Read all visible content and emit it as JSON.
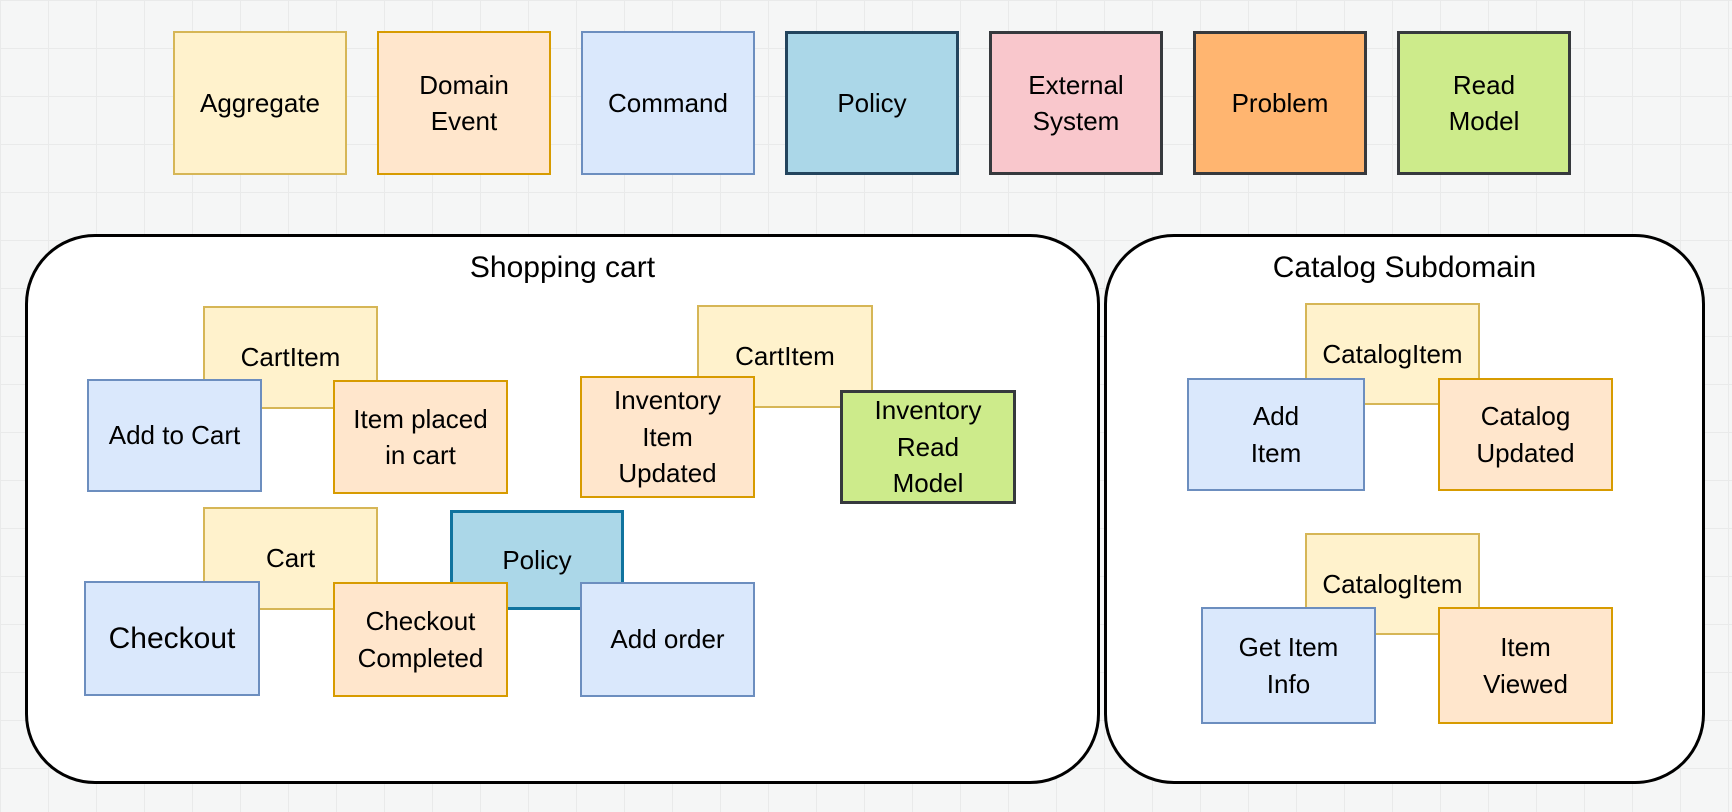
{
  "colors": {
    "canvas_background": "#F5F6F6",
    "grid_line": "#E9EAEA",
    "container_border": "#000000",
    "container_fill": "#FFFFFF",
    "aggregate_fill": "#FFF2CC",
    "aggregate_border": "#D6B656",
    "domain_event_fill": "#FFE6CC",
    "domain_event_border": "#D79B00",
    "command_fill": "#DAE8FC",
    "command_border": "#6C8EBF",
    "policy_fill": "#ABD7E8",
    "policy_border": "#10739E",
    "external_system_fill": "#F9C7CC",
    "external_system_border": "#36393D",
    "problem_fill": "#FFB570",
    "problem_border": "#36393D",
    "read_model_fill": "#CDEB8B",
    "read_model_border": "#36393D"
  },
  "legend": {
    "items": [
      {
        "id": "aggregate",
        "label": "Aggregate"
      },
      {
        "id": "domain_event",
        "label": "Domain\nEvent"
      },
      {
        "id": "command",
        "label": "Command"
      },
      {
        "id": "policy",
        "label": "Policy"
      },
      {
        "id": "external_system",
        "label": "External\nSystem"
      },
      {
        "id": "problem",
        "label": "Problem"
      },
      {
        "id": "read_model",
        "label": "Read\nModel"
      }
    ]
  },
  "containers": {
    "shopping_cart": {
      "title": "Shopping cart",
      "notes": {
        "cart_item_1": {
          "label": "CartItem",
          "type": "aggregate"
        },
        "add_to_cart": {
          "label": "Add to Cart",
          "type": "command"
        },
        "item_placed_in_cart": {
          "label": "Item placed\nin cart",
          "type": "domain_event"
        },
        "cart_item_2": {
          "label": "CartItem",
          "type": "aggregate"
        },
        "inventory_item_updated": {
          "label": "Inventory\nItem\nUpdated",
          "type": "domain_event"
        },
        "inventory_read_model": {
          "label": "Inventory\nRead\nModel",
          "type": "read_model"
        },
        "cart": {
          "label": "Cart",
          "type": "aggregate"
        },
        "policy": {
          "label": "Policy",
          "type": "policy"
        },
        "checkout": {
          "label": "Checkout",
          "type": "command"
        },
        "checkout_completed": {
          "label": "Checkout\nCompleted",
          "type": "domain_event"
        },
        "add_order": {
          "label": "Add order",
          "type": "command"
        }
      }
    },
    "catalog": {
      "title": "Catalog Subdomain",
      "notes": {
        "catalog_item_1": {
          "label": "CatalogItem",
          "type": "aggregate"
        },
        "add_item": {
          "label": "Add\nItem",
          "type": "command"
        },
        "catalog_updated": {
          "label": "Catalog\nUpdated",
          "type": "domain_event"
        },
        "catalog_item_2": {
          "label": "CatalogItem",
          "type": "aggregate"
        },
        "get_item_info": {
          "label": "Get Item\nInfo",
          "type": "command"
        },
        "item_viewed": {
          "label": "Item\nViewed",
          "type": "domain_event"
        }
      }
    }
  }
}
